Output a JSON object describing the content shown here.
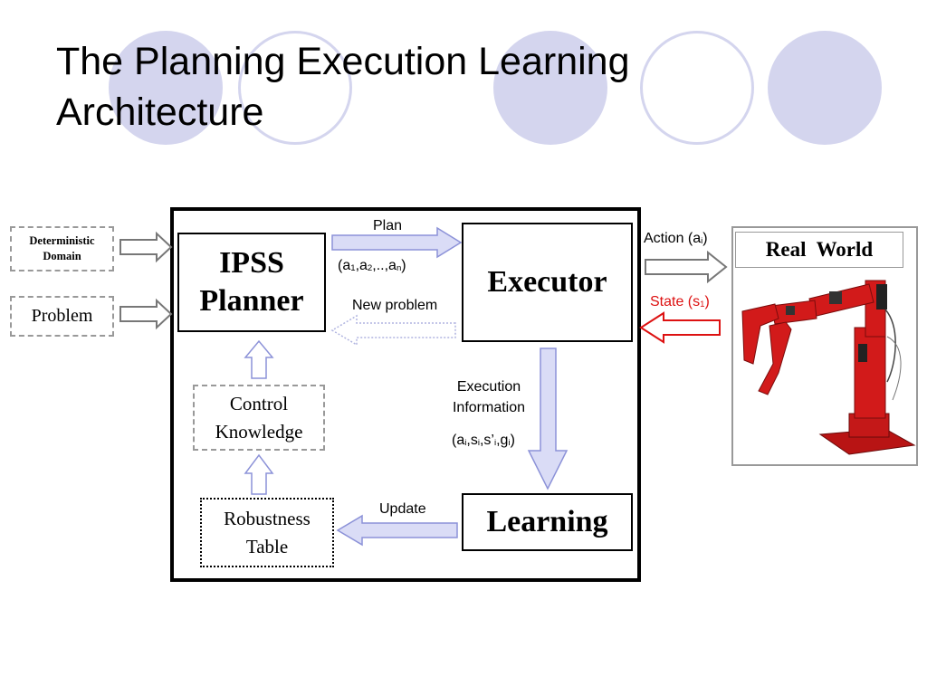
{
  "title": "The Planning Execution Learning Architecture",
  "inputs": {
    "deterministic_domain": "Deterministic Domain",
    "problem": "Problem"
  },
  "boxes": {
    "planner": "IPSS Planner",
    "executor": "Executor",
    "learning": "Learning",
    "control_knowledge": "Control Knowledge",
    "robustness_table": "Robustness Table",
    "real_world": "Real  World"
  },
  "arrows": {
    "plan": "Plan",
    "plan_tuple": {
      "open": "(a",
      "i1": "1",
      "c1": ",a",
      "i2": "2",
      "c2": ",..,a",
      "i3": "n",
      "close": ")"
    },
    "new_problem": "New problem",
    "action": {
      "prefix": "Action (a",
      "sub": "i",
      "suffix": ")"
    },
    "state": {
      "prefix": "State (s",
      "sub": "1",
      "suffix": ")"
    },
    "execution_information": "Execution Information",
    "exec_tuple": {
      "open": "(a",
      "i1": "i",
      "c1": ",s",
      "i2": "i",
      "c2": ",s’",
      "i3": "i",
      "c3": ",g",
      "i4": "i",
      "close": ")"
    },
    "update": "Update"
  },
  "colors": {
    "decor_circle": "#d4d5ee",
    "arrow_fill": "#dadcf6",
    "arrow_stroke": "#8c92d8",
    "state_arrow": "#dd1111",
    "robot_red": "#d21a1a"
  }
}
